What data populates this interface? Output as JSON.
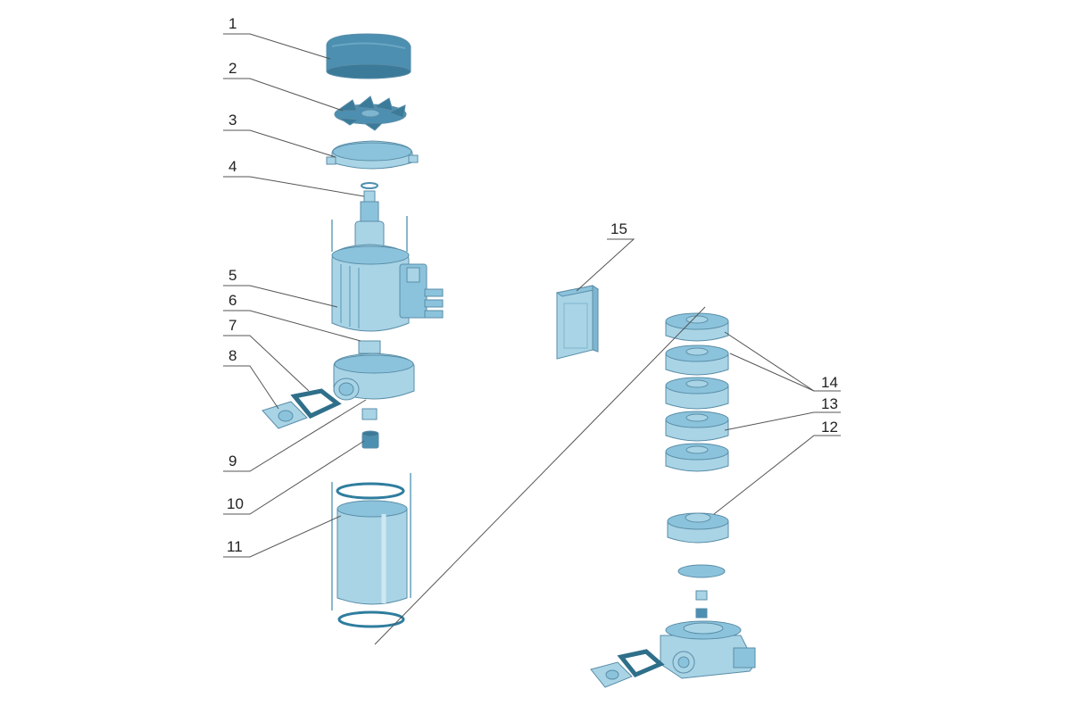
{
  "part_labels": {
    "p1": "1",
    "p2": "2",
    "p3": "3",
    "p4": "4",
    "p5": "5",
    "p6": "6",
    "p7": "7",
    "p8": "8",
    "p9": "9",
    "p10": "10",
    "p11": "11",
    "p12": "12",
    "p13": "13",
    "p14": "14",
    "p15": "15"
  },
  "colors": {
    "part_light": "#a9d4e6",
    "part_mid": "#8cc3dc",
    "part_dark": "#4c8fb0",
    "leader_line": "#555555",
    "label_text": "#222222"
  }
}
